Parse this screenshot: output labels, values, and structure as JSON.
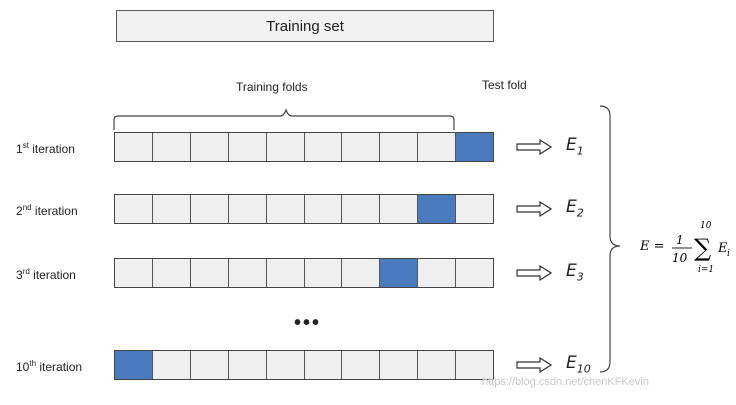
{
  "training_set_label": "Training set",
  "training_folds_label": "Training folds",
  "test_fold_label": "Test fold",
  "iterations": [
    {
      "num": "1",
      "sup": "st",
      "text": " iteration",
      "test_index": 9,
      "err": "E",
      "err_sub": "1"
    },
    {
      "num": "2",
      "sup": "nd",
      "text": " iteration",
      "test_index": 8,
      "err": "E",
      "err_sub": "2"
    },
    {
      "num": "3",
      "sup": "rd",
      "text": " iteration",
      "test_index": 7,
      "err": "E",
      "err_sub": "3"
    },
    {
      "num": "10",
      "sup": "th",
      "text": " iteration",
      "test_index": 0,
      "err": "E",
      "err_sub": "10"
    }
  ],
  "fold_count": 10,
  "ellipsis": "•••",
  "formula": {
    "lhs": "E =",
    "numerator": "1",
    "denominator": "10",
    "sum_upper": "10",
    "sum_lower": "i=1",
    "term": "E",
    "term_sub": "i"
  },
  "watermark": "https://blog.csdn.net/chenKFKevin",
  "colors": {
    "test_fold": "#4a7bbf",
    "fold": "#efefef"
  }
}
